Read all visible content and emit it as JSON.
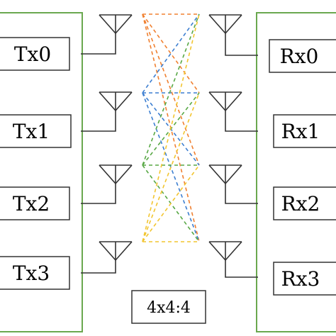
{
  "transmitters": [
    "Tx0",
    "Tx1",
    "Tx2",
    "Tx3"
  ],
  "receivers": [
    "Rx0",
    "Rx1",
    "Rx2",
    "Rx3"
  ],
  "config_label": "4x4:4",
  "colors": {
    "frame": "#6aa84f",
    "box_border": "#333333",
    "antenna": "#333333",
    "link_colors": [
      "#f08030",
      "#3d7fd1",
      "#58a845",
      "#f2c530"
    ]
  }
}
